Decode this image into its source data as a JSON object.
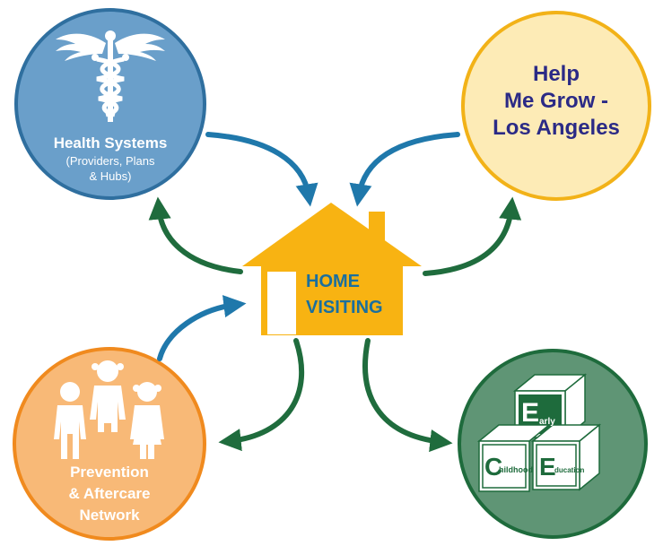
{
  "colors": {
    "health_fill": "#6a9fca",
    "health_stroke": "#2f6f9f",
    "hmg_fill": "#fdebb6",
    "hmg_stroke": "#f2b218",
    "hmg_text": "#2b2a86",
    "prevention_fill": "#f8b977",
    "prevention_stroke": "#f08a1e",
    "ece_fill": "#5f9575",
    "ece_stroke": "#1e6b3c",
    "house_fill": "#f8b312",
    "house_text": "#1a6f9e",
    "arrow_blue": "#1f78ab",
    "arrow_green": "#1f6c3d"
  },
  "home": {
    "line1": "HOME",
    "line2": "VISITING"
  },
  "health": {
    "icon": "caduceus-icon",
    "title": "Health Systems",
    "sub1": "(Providers, Plans",
    "sub2": "& Hubs)"
  },
  "hmg": {
    "line1": "Help",
    "line2": "Me Grow -",
    "line3": "Los Angeles"
  },
  "prevention": {
    "icon": "children-icon",
    "line1": "Prevention",
    "line2": "& Aftercare",
    "line3": "Network"
  },
  "ece": {
    "icon": "blocks-icon",
    "block_top_big": "E",
    "block_top_small": "arly",
    "block_left_big": "C",
    "block_left_small": "hildhood",
    "block_right_big": "E",
    "block_right_small": "ducation"
  }
}
